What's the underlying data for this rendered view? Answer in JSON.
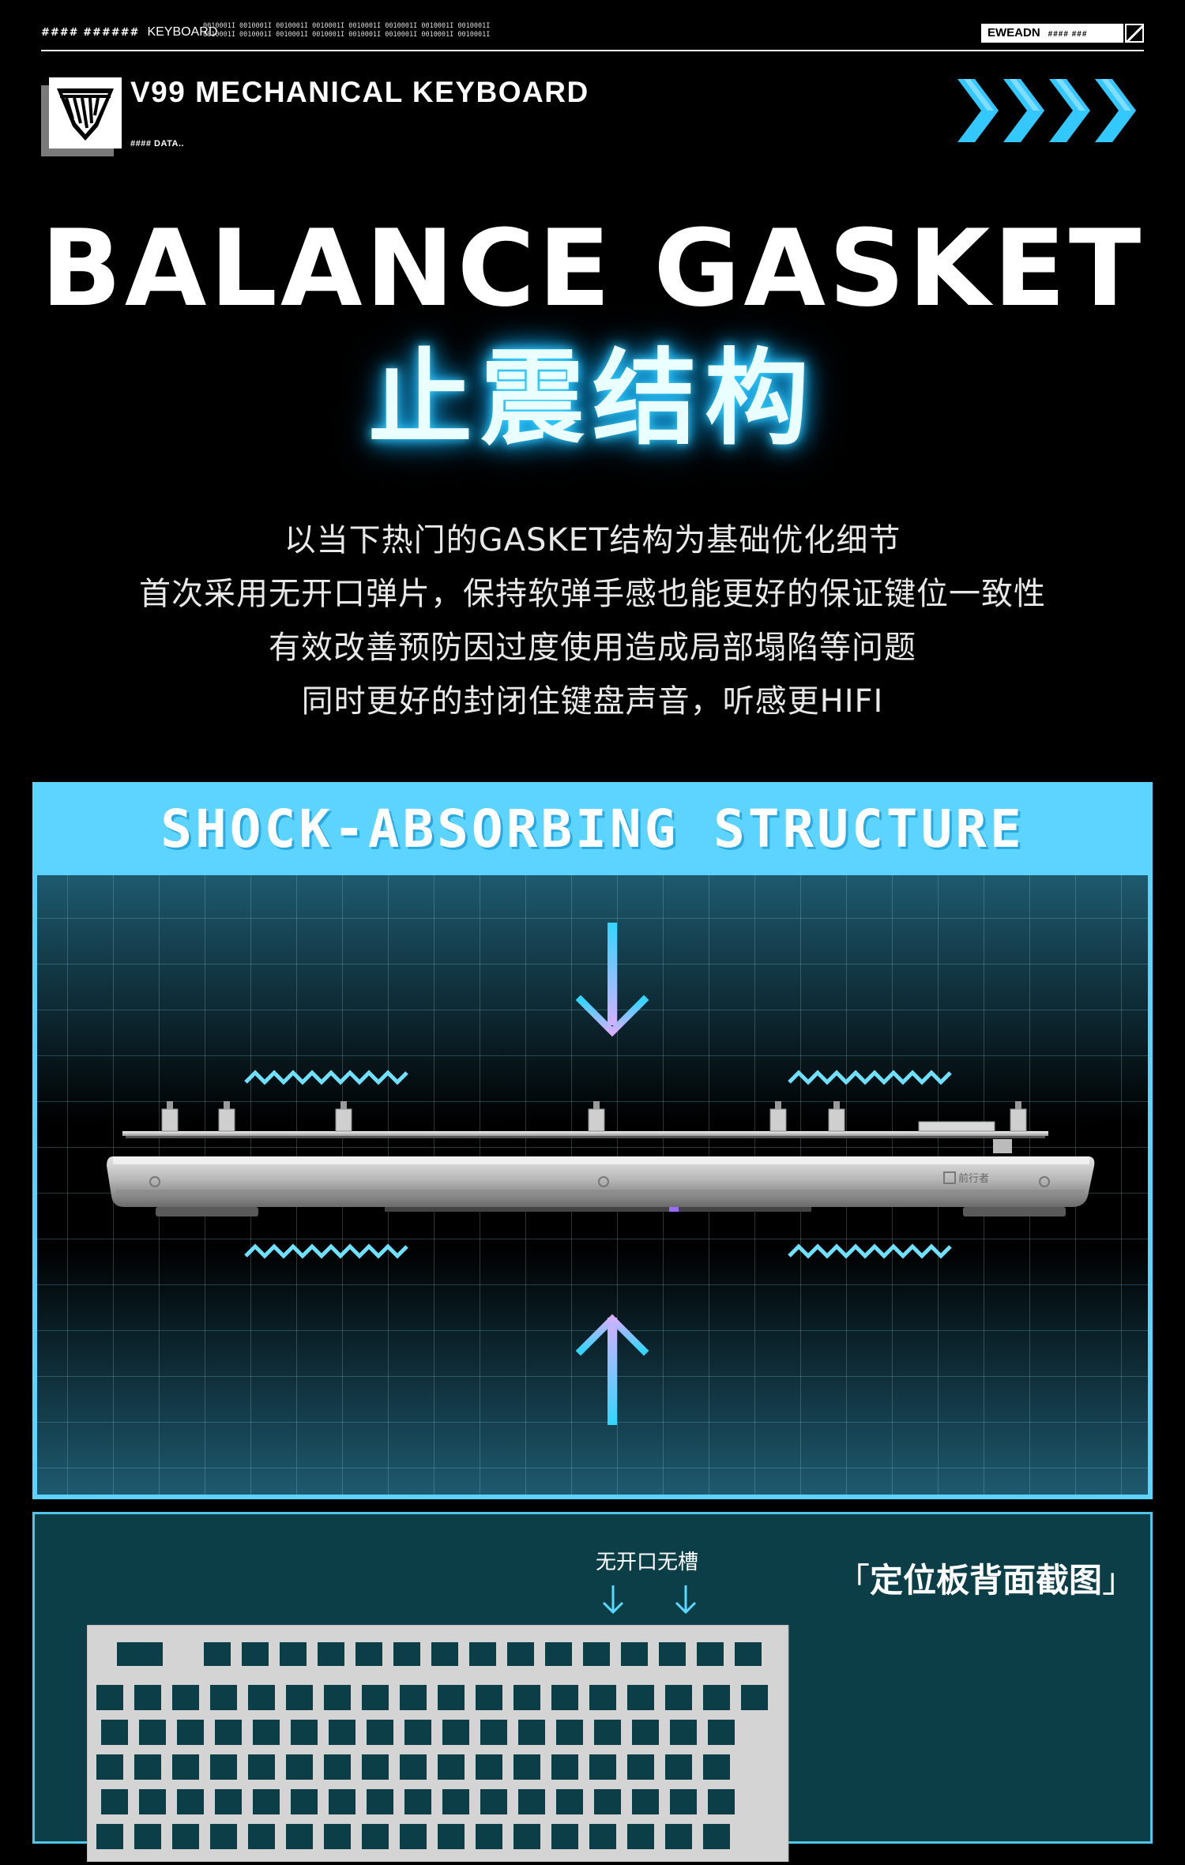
{
  "header": {
    "left_hash": "#### ######",
    "left_tag": "KEYBOARD",
    "binary_line_1": "0010001I 0010001I 0010001I 0010001I 0010001I 0010001I 0010001I 0010001I",
    "binary_line_2": "0010001I 0010001I 0010001I 0010001I 0010001I 0010001I 0010001I 0010001I",
    "brand_tag": "EWEADN",
    "brand_hash": "#### ###",
    "product_title": "V99 MECHANICAL KEYBOARD",
    "data_label": "#### DATA.."
  },
  "hero": {
    "title_en": "BALANCE GASKET",
    "title_cn": "止震结构",
    "description": [
      "以当下热门的GASKET结构为基础优化细节",
      "首次采用无开口弹片，保持软弹手感也能更好的保证键位一致性",
      "有效改善预防因过度使用造成局部塌陷等问题",
      "同时更好的封闭住键盘声音，听感更HIFI"
    ]
  },
  "shock_panel": {
    "banner": "SHOCK-ABSORBING STRUCTURE",
    "badge": "前行者"
  },
  "plate_panel": {
    "no_slot_label": "无开口无槽",
    "caption_open": "「",
    "caption": "定位板背面截图",
    "caption_close": "」"
  },
  "colors": {
    "accent": "#5cd4ff",
    "glow": "#1ab8ff",
    "panel_dark": "#0c3e48",
    "arrow_top": "#33d6ff",
    "arrow_bottom": "#d5b0ff"
  }
}
